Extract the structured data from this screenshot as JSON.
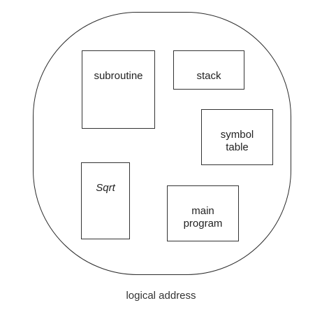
{
  "diagram": {
    "segments": {
      "subroutine": "subroutine",
      "stack": "stack",
      "symbol_table": "symbol\ntable",
      "sqrt": "Sqrt",
      "main_program": "main\nprogram"
    },
    "caption": "logical address"
  }
}
